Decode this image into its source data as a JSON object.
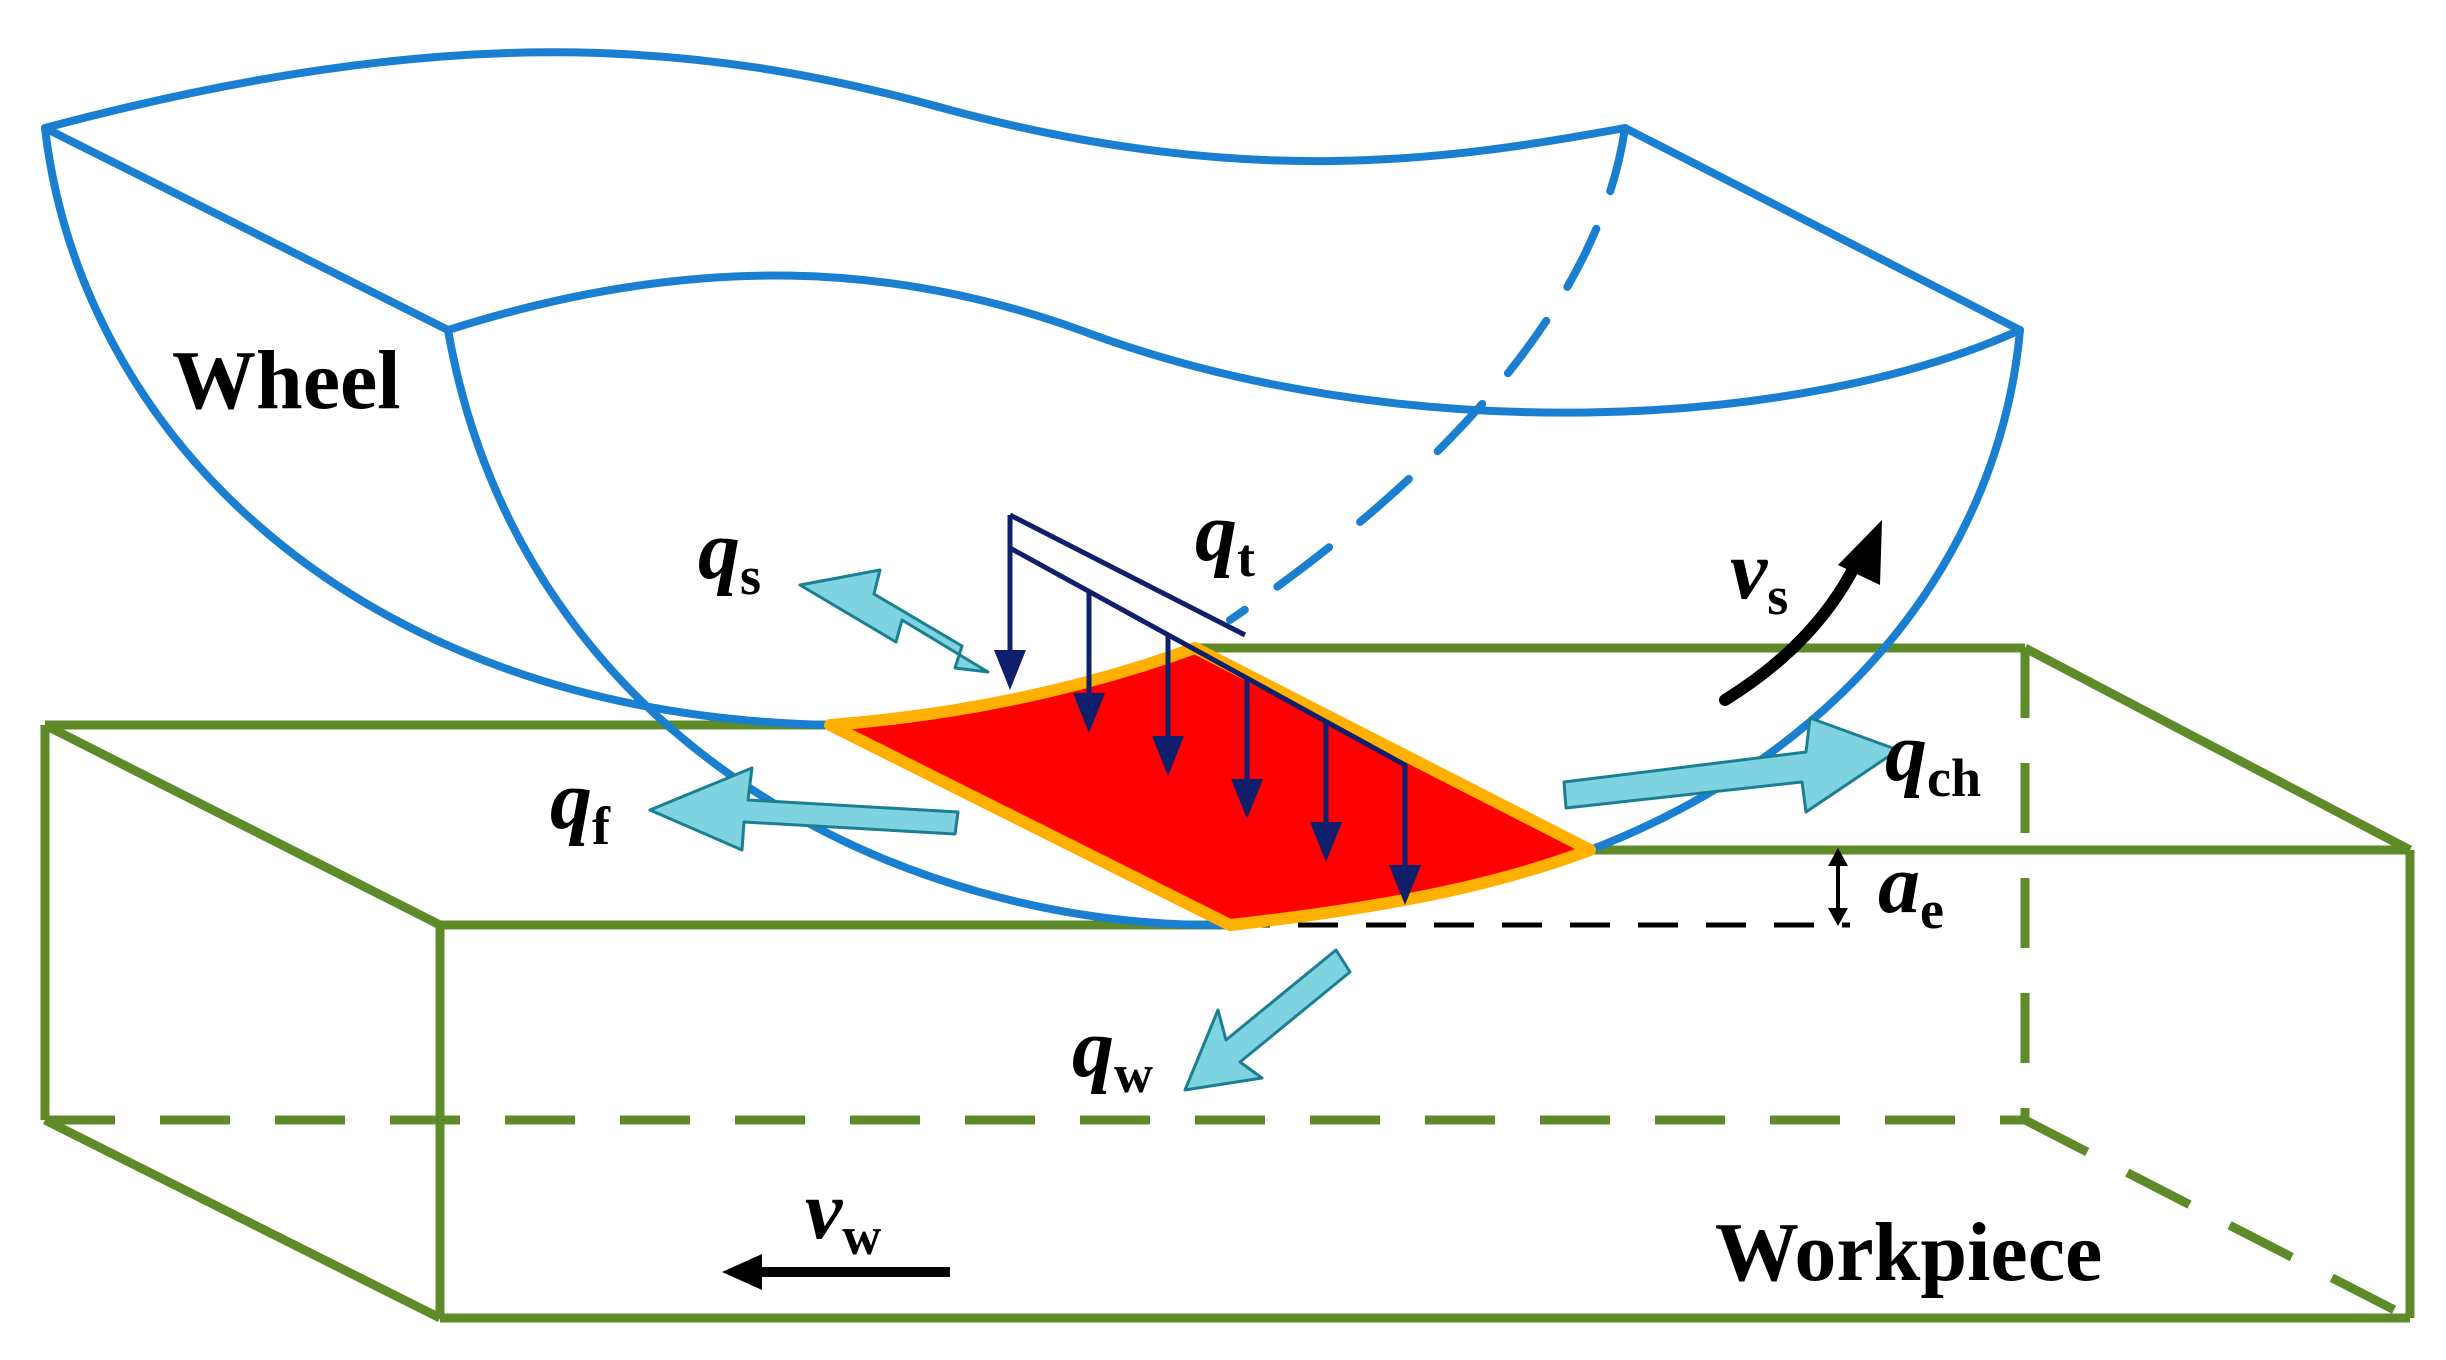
{
  "labels": {
    "wheel": "Wheel",
    "workpiece": "Workpiece",
    "q_t": {
      "symbol": "q",
      "subscript": "t"
    },
    "q_s": {
      "symbol": "q",
      "subscript": "s"
    },
    "q_f": {
      "symbol": "q",
      "subscript": "f"
    },
    "q_ch": {
      "symbol": "q",
      "subscript": "ch"
    },
    "q_w": {
      "symbol": "q",
      "subscript": "w"
    },
    "v_s": {
      "symbol": "v",
      "subscript": "s"
    },
    "v_w": {
      "symbol": "v",
      "subscript": "w"
    },
    "a_e": {
      "symbol": "a",
      "subscript": "e"
    }
  },
  "colors": {
    "wheel": "#1a7fd0",
    "workpiece": "#5f8a2a",
    "contact_fill": "#ff0000",
    "contact_outline": "#ffb000",
    "heat_flux_arrows": "#0f1f6b",
    "heat_partition_arrows": "#7fd3e0",
    "velocity_arrows": "#000000"
  },
  "heat_flux_arrow_count": 6
}
